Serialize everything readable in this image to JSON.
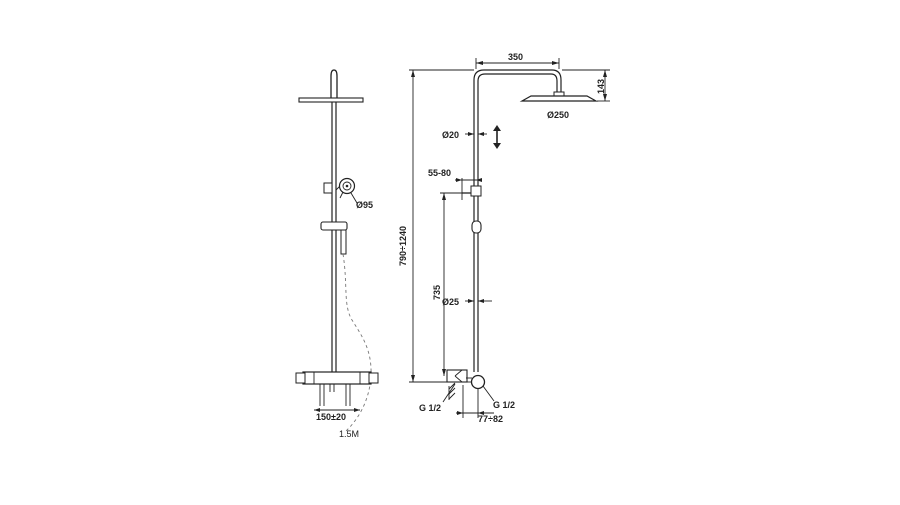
{
  "labels": {
    "hand_shower_diameter": "Ø95",
    "mixer_centers": "150±20",
    "hose_length": "1.5M",
    "total_height": "790÷1240",
    "head_projection": "350",
    "head_drop": "143",
    "head_diameter": "Ø250",
    "upper_pipe_diameter": "Ø20",
    "bracket_offset": "55-80",
    "mixer_to_bracket": "735",
    "lower_pipe_diameter": "Ø25",
    "inlet_left": "G 1/2",
    "inlet_right": "G 1/2",
    "wall_distance": "77÷82"
  },
  "colors": {
    "line": "#222222",
    "hose": "#777777",
    "background": "#ffffff"
  }
}
